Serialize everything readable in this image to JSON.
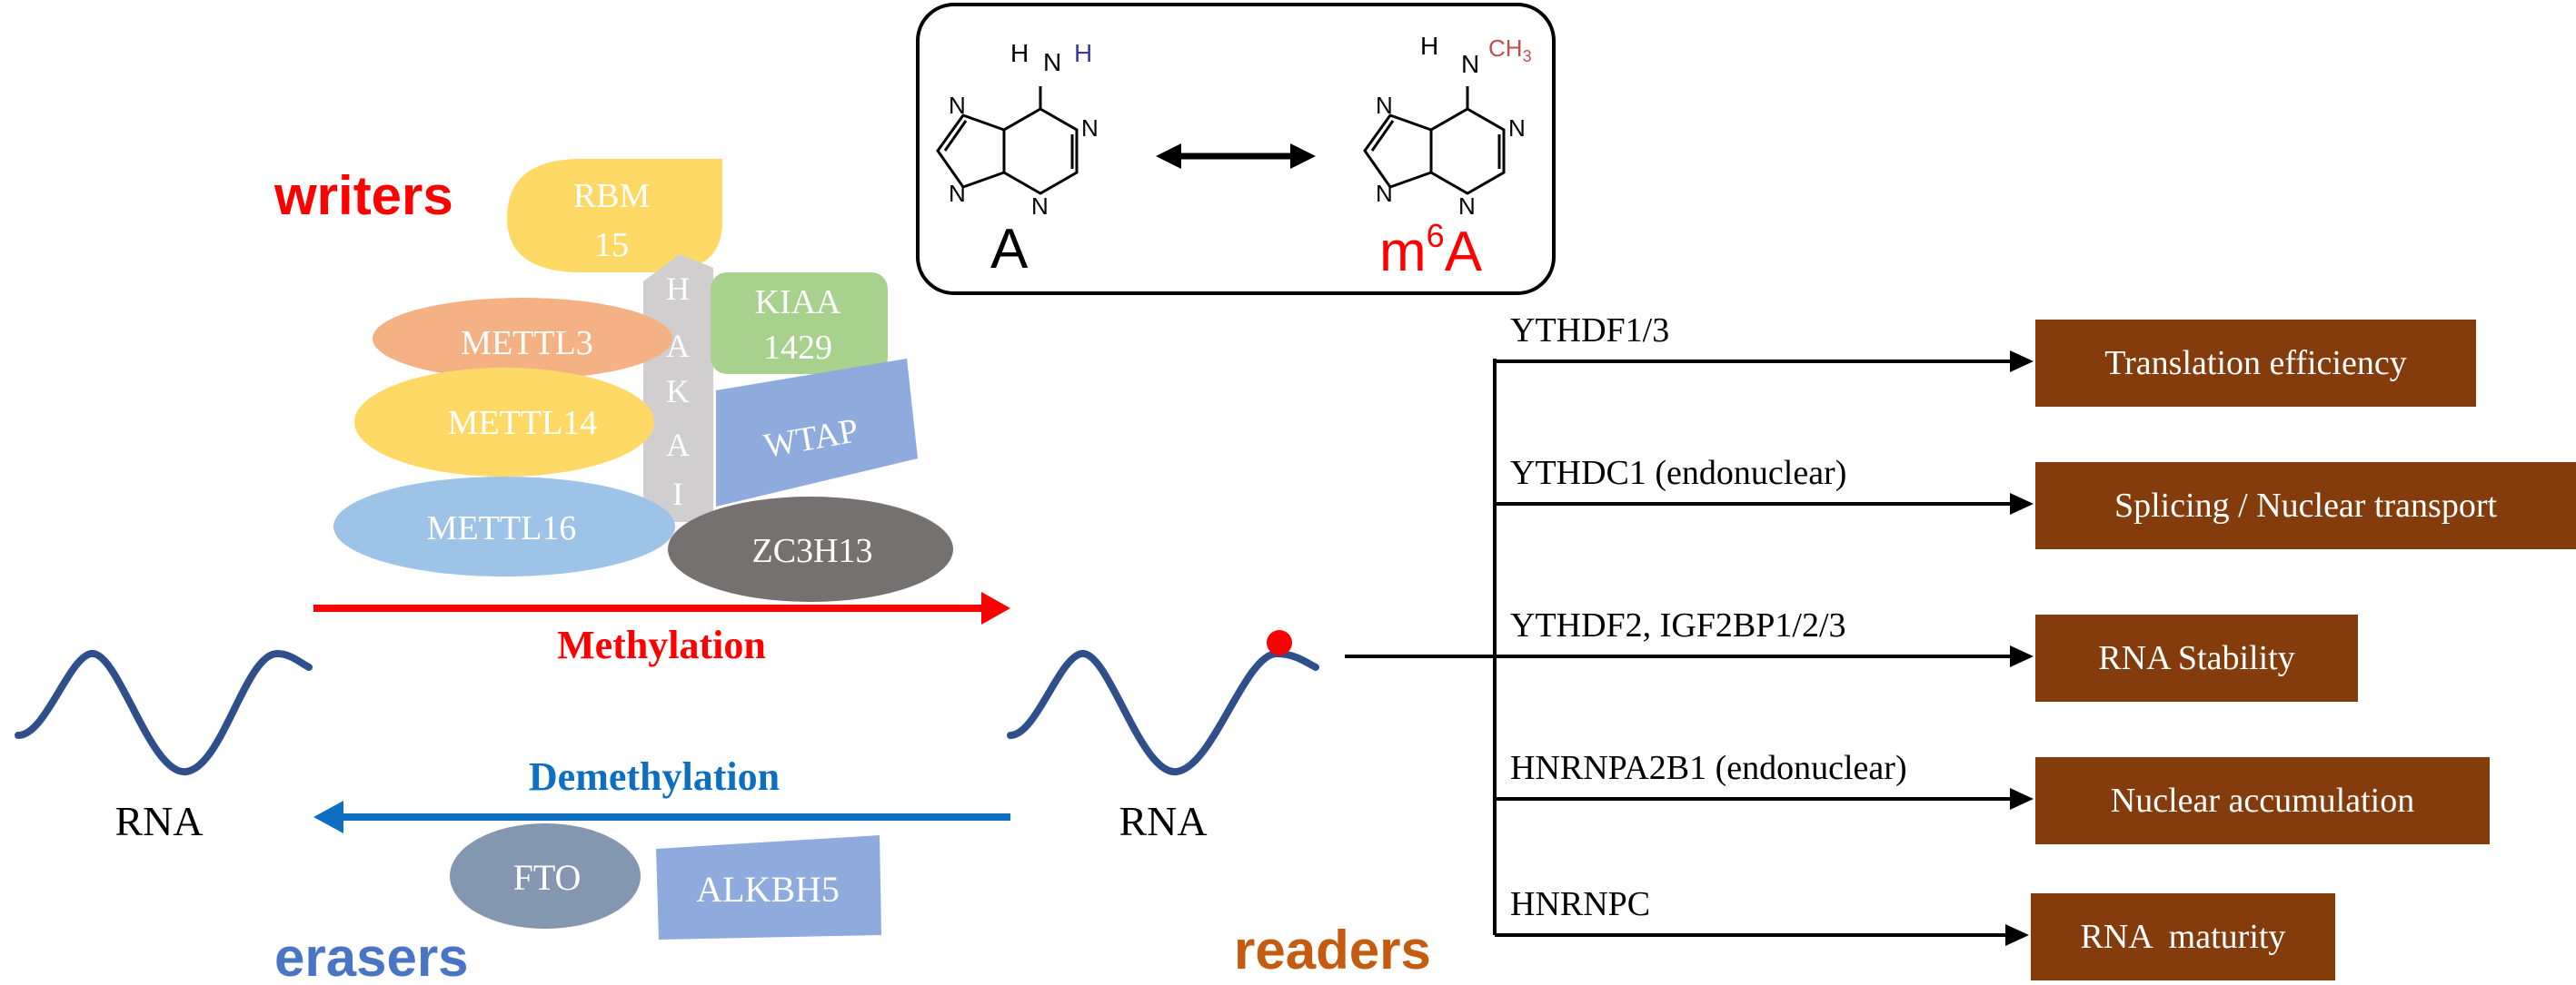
{
  "colors": {
    "writers": "#FF0000",
    "erasers": "#4A74C4",
    "readers": "#C55A11",
    "methylation": "#FF0000",
    "demethylation": "#0E6FC0",
    "outcome_box": "#843C0C",
    "rna_strand": "#2F4F8A",
    "methyl_mark": "#FF0000",
    "rbm15": "#FFD966",
    "mettl3": "#F4B183",
    "mettl14": "#FFD966",
    "mettl16": "#9DC3E6",
    "hakai": "#D0CECE",
    "kiaa1429": "#A9D18E",
    "wtap": "#8FAADC",
    "zc3h13": "#767171",
    "fto": "#8497B0",
    "alkbh5": "#8FAADC"
  },
  "molecule": {
    "left_label": "A",
    "right_label_base": "m",
    "right_label_sup": "6",
    "right_label_end": "A",
    "left_h": "H",
    "left_n": "N",
    "left_h2": "H",
    "right_h": "H",
    "right_n": "N",
    "right_ch3": "CH",
    "right_ch3_sub": "3",
    "ring_n": "N"
  },
  "writers": {
    "title": "writers",
    "rbm15_line1": "RBM",
    "rbm15_line2": "15",
    "mettl3": "METTL3",
    "mettl14": "METTL14",
    "mettl16": "METTL16",
    "hakai_letters": [
      "H",
      "A",
      "K",
      "A",
      "I"
    ],
    "kiaa1429_line1": "KIAA",
    "kiaa1429_line2": "1429",
    "wtap": "WTAP",
    "zc3h13": "ZC3H13"
  },
  "methylation_label": "Methylation",
  "demethylation_label": "Demethylation",
  "erasers": {
    "title": "erasers",
    "fto": "FTO",
    "alkbh5": "ALKBH5"
  },
  "rna_left_label": "RNA",
  "rna_right_label": "RNA",
  "readers_title": "readers",
  "pathways": [
    {
      "reader": "YTHDF1/3",
      "outcome": "Translation efficiency"
    },
    {
      "reader": "YTHDC1 (endonuclear)",
      "outcome": "Splicing / Nuclear transport"
    },
    {
      "reader": "YTHDF2, IGF2BP1/2/3",
      "outcome": "RNA Stability"
    },
    {
      "reader": "HNRNPA2B1 (endonuclear)",
      "outcome": "Nuclear accumulation"
    },
    {
      "reader": "HNRNPC",
      "outcome": "RNA  maturity"
    }
  ]
}
